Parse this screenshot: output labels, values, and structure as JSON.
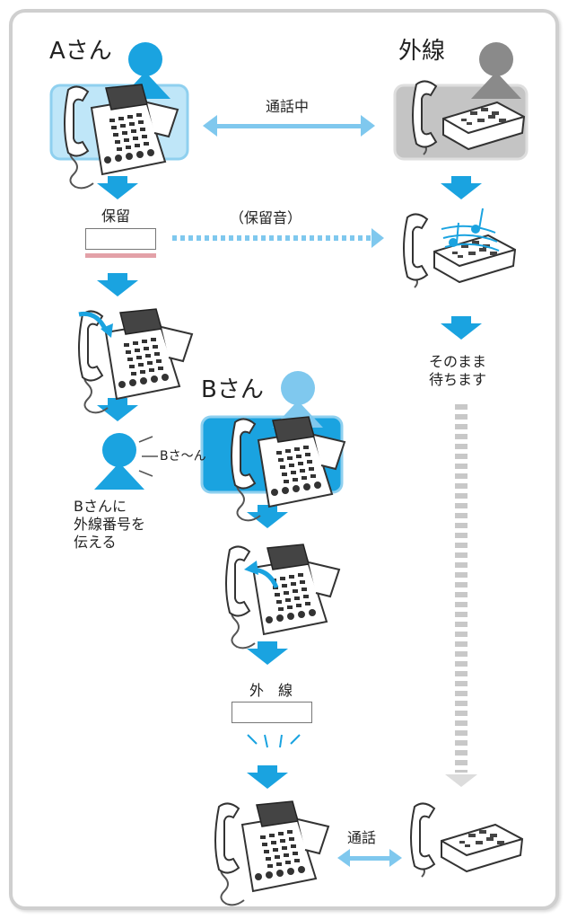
{
  "labels": {
    "person_a": "Aさん",
    "outside_line": "外線",
    "person_b": "Bさん",
    "in_call": "通話中",
    "hold_button": "保留",
    "hold_tone": "（保留音）",
    "wait_1": "そのまま",
    "wait_2": "待ちます",
    "calling_b": "Bさ〜ん",
    "tell_b_1": "Bさんに",
    "tell_b_2": "外線番号を",
    "tell_b_3": "伝える",
    "line_button": "外　線",
    "talk": "通話"
  },
  "colors": {
    "accent_blue": "#1aa3e0",
    "light_blue_panel": "#bfe6f8",
    "grey_panel": "#c4c4c4",
    "hold_bar_pink": "#e3a1a8",
    "dashed_grey": "#c8c8c8"
  }
}
